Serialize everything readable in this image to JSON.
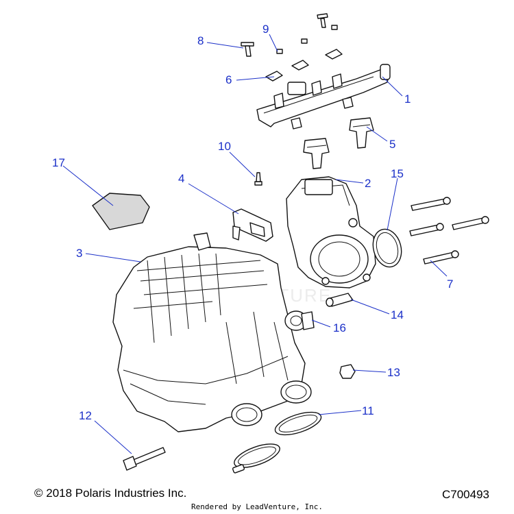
{
  "diagram": {
    "callouts": [
      "1",
      "2",
      "3",
      "4",
      "5",
      "6",
      "7",
      "8",
      "9",
      "10",
      "11",
      "12",
      "13",
      "14",
      "15",
      "16",
      "17"
    ],
    "watermark": "LEADVENTURE"
  },
  "footer": {
    "copyright": "© 2018 Polaris Industries Inc.",
    "diagram_code": "C700493",
    "rendered_by": "Rendered by LeadVenture, Inc."
  }
}
